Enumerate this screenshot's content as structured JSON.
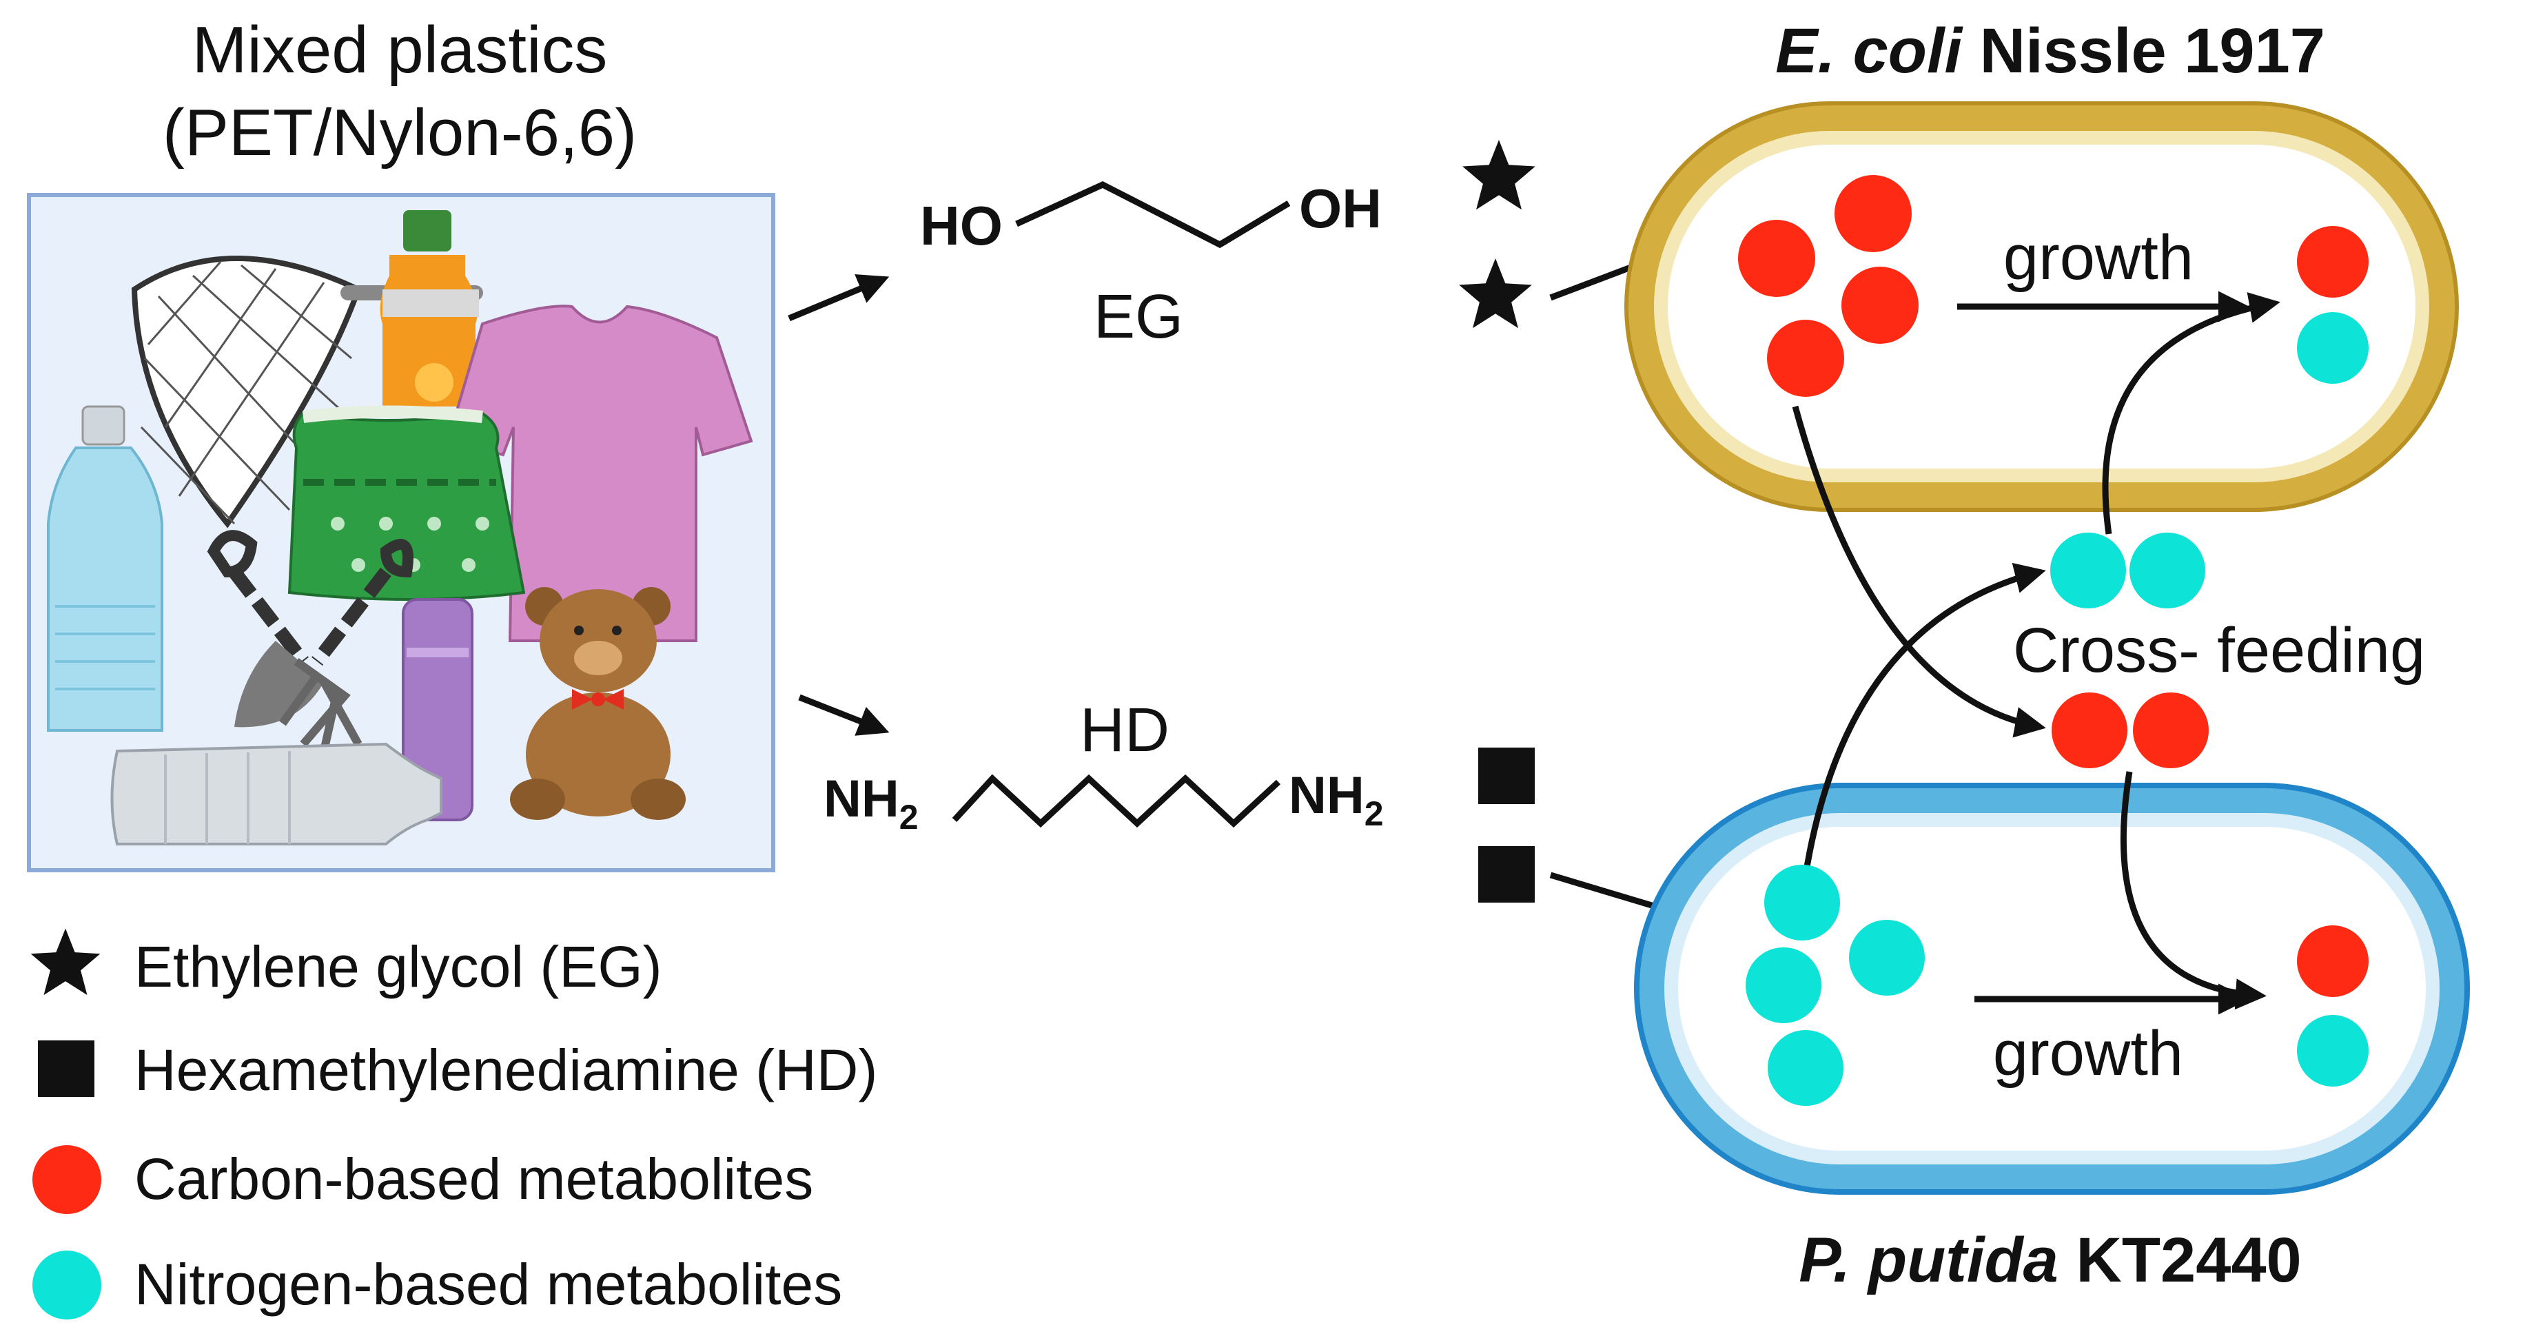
{
  "plastics": {
    "title_line1": "Mixed plastics",
    "title_line2": "(PET/Nylon-6,6)",
    "items": [
      "net-icon",
      "juice-bottle-icon",
      "t-shirt-icon",
      "water-bottle-icon",
      "green-bag-icon",
      "shovel-icon",
      "garden-fork-icon",
      "purple-bottle-icon",
      "teddy-bear-icon",
      "clear-bottle-icon"
    ]
  },
  "molecules": {
    "eg": {
      "left": "HO",
      "right": "OH",
      "label": "EG",
      "marker": "star-icon"
    },
    "hd": {
      "left": "NH",
      "right": "NH",
      "sub": "2",
      "label": "HD",
      "marker": "square-icon"
    }
  },
  "cells": {
    "ecoli": {
      "name_italic": "E. coli",
      "name_rest": " Nissle 1917",
      "growth": "growth",
      "color": "#D4AE3E"
    },
    "pputida": {
      "name_italic": "P. putida",
      "name_rest": " KT2440",
      "growth": "growth",
      "color": "#1F85C8"
    }
  },
  "crossfeeding_label": "Cross- feeding",
  "legend": [
    {
      "icon": "star-icon",
      "label": "Ethylene glycol (EG)"
    },
    {
      "icon": "square-icon",
      "label": "Hexamethylenediamine (HD)"
    },
    {
      "icon": "red-circle-icon",
      "label": "Carbon-based metabolites"
    },
    {
      "icon": "cyan-circle-icon",
      "label": "Nitrogen-based metabolites"
    }
  ],
  "colors": {
    "carbon": "#FF2A14",
    "nitrogen": "#0DE3D6",
    "panel_bg": "#E8F1FB",
    "panel_border": "#8BAAD8"
  }
}
